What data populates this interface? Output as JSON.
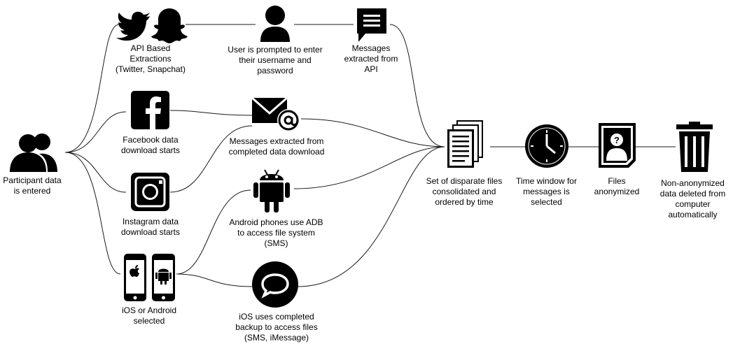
{
  "nodes": {
    "participant": {
      "label": "Participant data\nis entered",
      "icon": "users-icon"
    },
    "api": {
      "label": "API Based\nExtractions\n(Twitter, Snapchat)",
      "icons": [
        "twitter-icon",
        "snapchat-icon"
      ]
    },
    "facebook": {
      "label": "Facebook data\ndownload starts",
      "icon": "facebook-icon"
    },
    "instagram": {
      "label": "Instagram data\ndownload starts",
      "icon": "instagram-icon"
    },
    "ios_android": {
      "label": "iOS or Android\nselected",
      "icons": [
        "iphone-apple-icon",
        "android-phone-icon"
      ]
    },
    "user_prompt": {
      "label": "User is prompted to enter\ntheir username and\npassword",
      "icon": "user-icon"
    },
    "api_messages": {
      "label": "Messages\nextracted from\nAPI",
      "icon": "message-icon"
    },
    "email": {
      "label": "Messages extracted from\ncompleted data download",
      "icon": "email-at-icon"
    },
    "android_adb": {
      "label": "Android phones use ADB\nto access file system\n(SMS)",
      "icon": "android-icon"
    },
    "ios_backup": {
      "label": "iOS uses completed\nbackup to access files\n(SMS, iMessage)",
      "icon": "chat-bubble-icon"
    },
    "consolidated": {
      "label": "Set of disparate files\nconsolidated and\nordered by time",
      "icon": "documents-icon"
    },
    "time_window": {
      "label": "Time window for\nmessages is\nselected",
      "icon": "clock-icon"
    },
    "anonymized": {
      "label": "Files\nanonymized",
      "icon": "anonymous-file-icon"
    },
    "deleted": {
      "label": "Non-anonymized\ndata deleted from\ncomputer\nautomatically",
      "icon": "trash-icon"
    }
  },
  "colors": {
    "ink": "#000000",
    "line": "#1a1a1a",
    "background": "#ffffff"
  }
}
